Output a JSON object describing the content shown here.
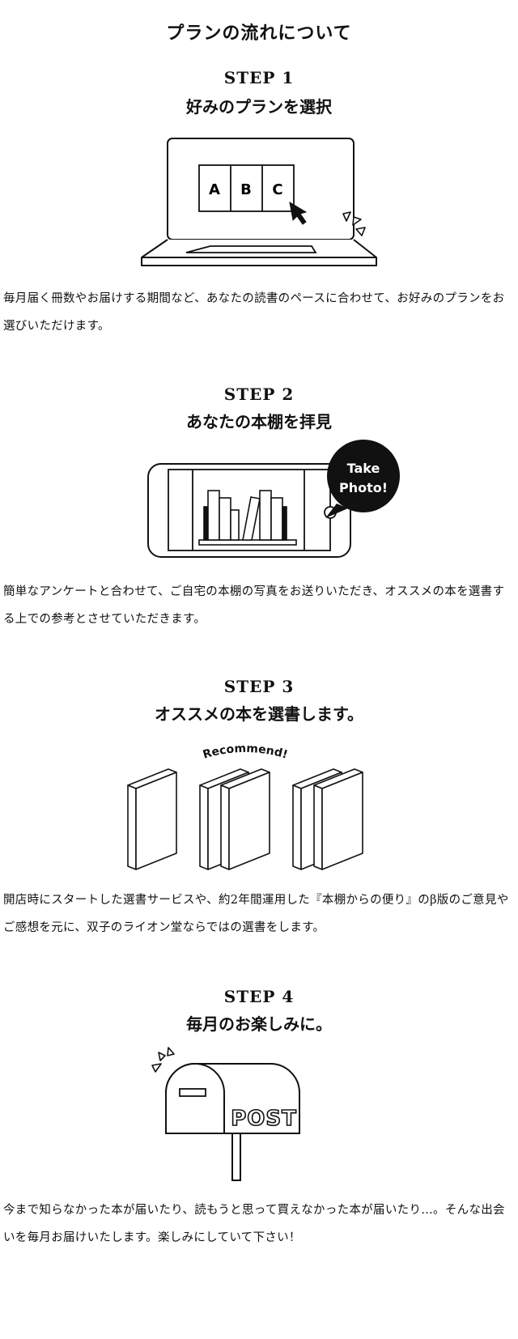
{
  "page_title": "プランの流れについて",
  "steps": [
    {
      "label": "STEP 1",
      "heading": "好みのプランを選択",
      "illustration": {
        "name": "laptop-plan-selection",
        "plan_boxes": [
          "A",
          "B",
          "C"
        ]
      },
      "description": "毎月届く冊数やお届けする期間など、あなたの読書のペースに合わせて、お好みのプランをお選びいただけます。"
    },
    {
      "label": "STEP 2",
      "heading": "あなたの本棚を拝見",
      "illustration": {
        "name": "phone-bookshelf-photo",
        "bubble_line1": "Take",
        "bubble_line2": "Photo!"
      },
      "description": "簡単なアンケートと合わせて、ご自宅の本棚の写真をお送りいただき、オススメの本を選書する上での参考とさせていただきます。"
    },
    {
      "label": "STEP 3",
      "heading": "オススメの本を選書します。",
      "illustration": {
        "name": "recommended-books",
        "banner": "Recommend!"
      },
      "description": "開店時にスタートした選書サービスや、約2年間運用した『本棚からの便り』のβ版のご意見やご感想を元に、双子のライオン堂ならではの選書をします。"
    },
    {
      "label": "STEP 4",
      "heading": "毎月のお楽しみに。",
      "illustration": {
        "name": "mailbox",
        "mailbox_text": "POST"
      },
      "description": "今まで知らなかった本が届いたり、読もうと思って買えなかった本が届いたり…。そんな出会いを毎月お届けいたします。楽しみにしていて下さい！"
    }
  ]
}
